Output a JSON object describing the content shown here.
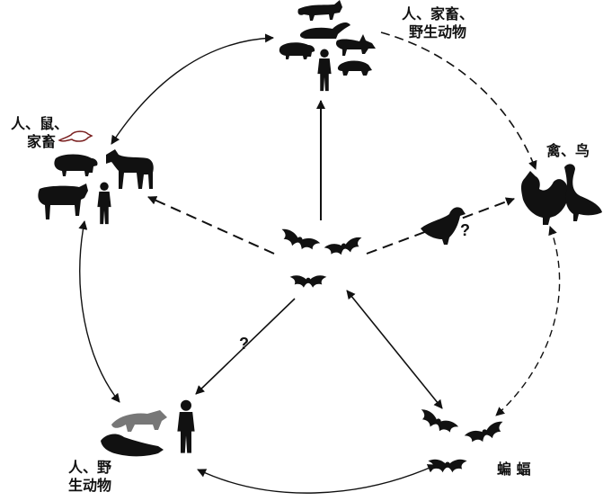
{
  "labels": {
    "human_livestock_wildlife_line1": "人、家畜、",
    "human_livestock_wildlife_line2": "野生动物",
    "human_rodent_livestock_line1": "人、鼠、",
    "human_rodent_livestock_line2": "家畜",
    "poultry_birds": "禽、鸟",
    "human_wildlife_line1": "人、野",
    "human_wildlife_line2": "生动物",
    "bats": "蝙 蝠"
  },
  "unknowns": {
    "q_birds": "?",
    "q_wildlife": "?"
  },
  "colors": {
    "ink": "#111111",
    "background": "#ffffff"
  },
  "icons": [
    "bat-icon",
    "wolf-icon",
    "raccoon-icon",
    "fox-icon",
    "pig-icon",
    "badger-icon",
    "human-icon",
    "rat-icon",
    "horse-icon",
    "cow-icon",
    "eagle-icon",
    "rooster-icon",
    "goose-icon",
    "civet-icon"
  ]
}
